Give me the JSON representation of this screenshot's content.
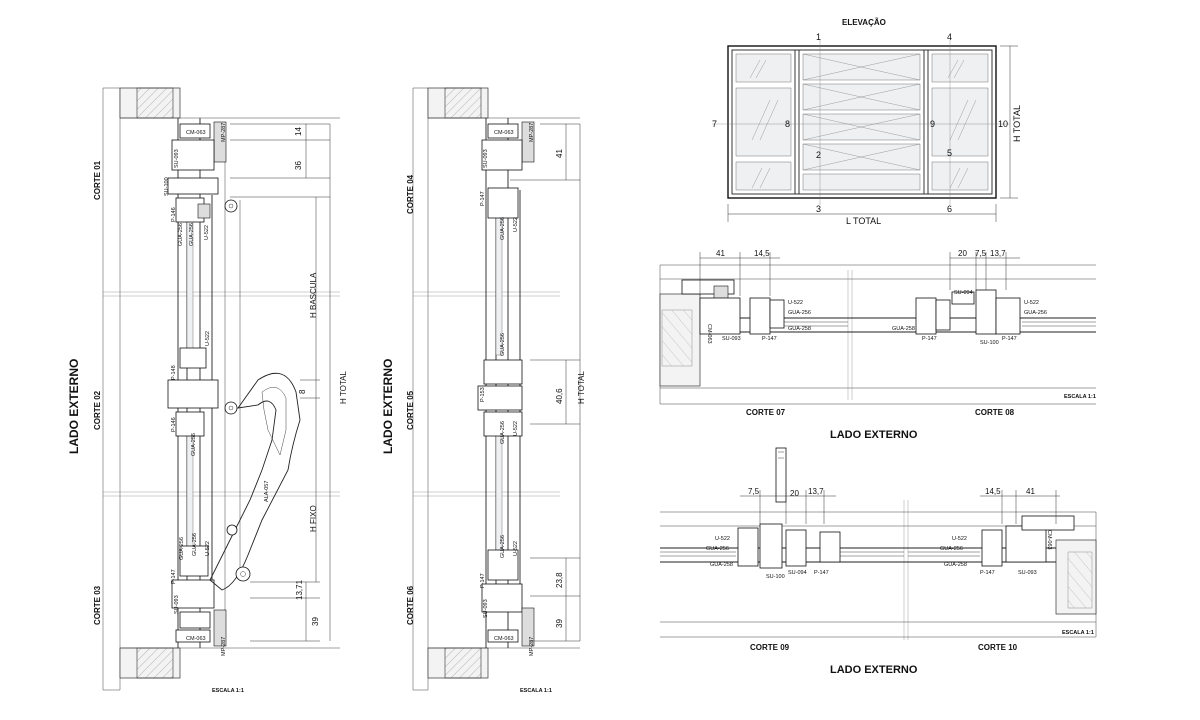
{
  "sections": {
    "left": {
      "side_label": "LADO EXTERNO",
      "cuts": [
        "CORTE 01",
        "CORTE 02",
        "CORTE 03"
      ],
      "dims": [
        "14",
        "36",
        "8",
        "13,71",
        "39"
      ],
      "height_labels": [
        "H BASCULA",
        "H TOTAL",
        "H FIXO"
      ],
      "parts": [
        "CM-063",
        "MP-287",
        "SU-093",
        "SU-100",
        "P-146",
        "P-147",
        "GUA-256",
        "U-522",
        "P-148",
        "ALA-057"
      ],
      "scale": "ESCALA 1:1"
    },
    "middle": {
      "side_label": "LADO EXTERNO",
      "cuts": [
        "CORTE 04",
        "CORTE 05",
        "CORTE 06"
      ],
      "dims": [
        "41",
        "40,6",
        "23,8",
        "39"
      ],
      "height_labels": [
        "H TOTAL"
      ],
      "parts": [
        "CM-063",
        "MP-287",
        "SU-093",
        "P-147",
        "GUA-256",
        "U-522",
        "P-153"
      ],
      "scale": "ESCALA 1:1"
    },
    "elevation": {
      "title": "ELEVAÇÃO",
      "numbers": [
        "1",
        "2",
        "3",
        "4",
        "5",
        "6",
        "7",
        "8",
        "9",
        "10"
      ],
      "l_total": "L TOTAL",
      "h_total": "H TOTAL"
    },
    "plan_top": {
      "dims_left": [
        "41",
        "14,5"
      ],
      "dims_right": [
        "20",
        "7,5",
        "13,7"
      ],
      "parts": [
        "U-522",
        "GUA-256",
        "GUA-258",
        "SU-093",
        "P-147",
        "CM-063",
        "SU-094",
        "SU-100"
      ],
      "cuts": [
        "CORTE 07",
        "CORTE 08"
      ],
      "side_label": "LADO EXTERNO",
      "scale": "ESCALA 1:1"
    },
    "plan_bottom": {
      "dims_left": [
        "7,5",
        "20",
        "13,7"
      ],
      "dims_right": [
        "14,5",
        "41"
      ],
      "parts": [
        "U-522",
        "GUA-256",
        "GUA-258",
        "SU-100",
        "SU-094",
        "P-147",
        "SU-093",
        "CM-063"
      ],
      "cuts": [
        "CORTE 09",
        "CORTE 10"
      ],
      "side_label": "LADO EXTERNO",
      "scale": "ESCALA 1:1"
    }
  }
}
